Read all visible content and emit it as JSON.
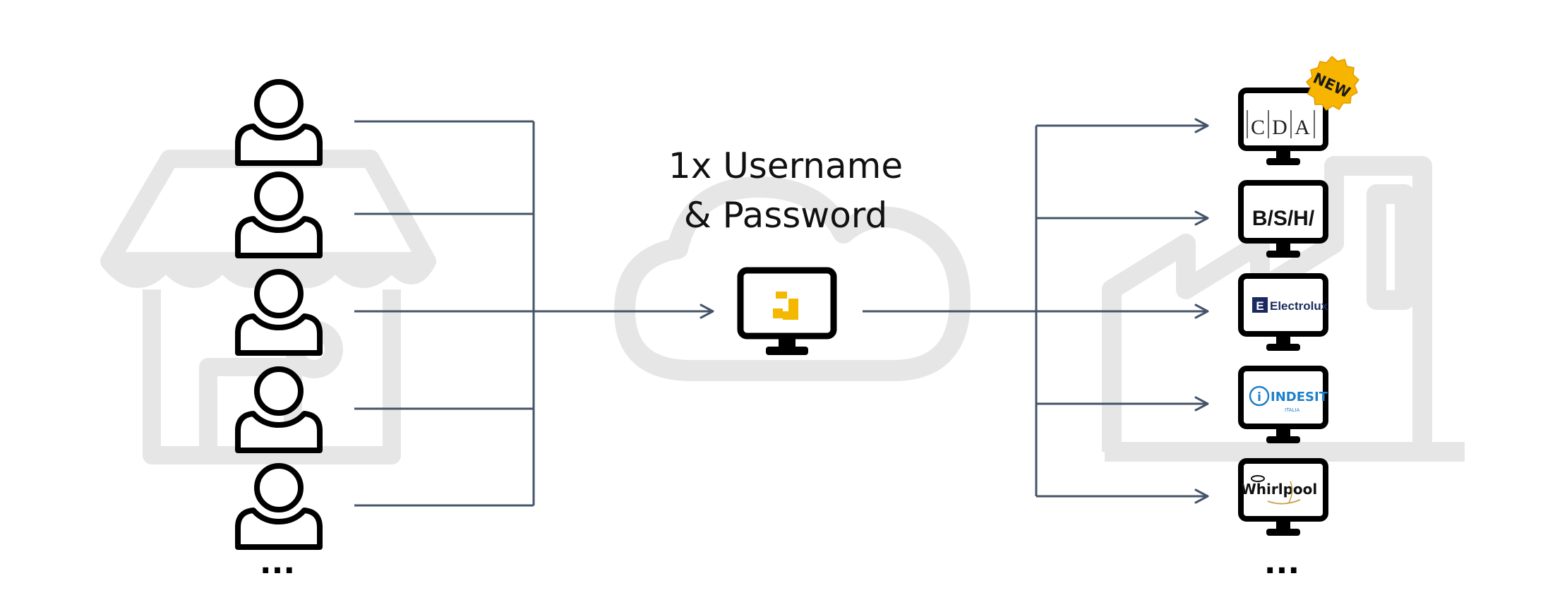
{
  "center": {
    "title_line_1": "1x Username",
    "title_line_2": "& Password"
  },
  "users": {
    "count_shown": 5,
    "more_indicator": "..."
  },
  "brands": {
    "items": [
      {
        "name": "cda",
        "label": "C|D|A",
        "badge": "NEW",
        "badge_color": "#f7b500"
      },
      {
        "name": "bsh",
        "label": "B/S/H/"
      },
      {
        "name": "electrolux",
        "label": "Electrolux",
        "color": "#1b2a5e"
      },
      {
        "name": "indesit",
        "label": "INDESIT",
        "sublabel": "ITALIA",
        "color": "#1e7fc8"
      },
      {
        "name": "whirlpool",
        "label": "Whirlpool"
      }
    ],
    "more_indicator": "..."
  },
  "colors": {
    "connector": "#44546a",
    "background_icons": "#e8e8e8",
    "logo_accent": "#f5b800",
    "outline": "#000000"
  }
}
